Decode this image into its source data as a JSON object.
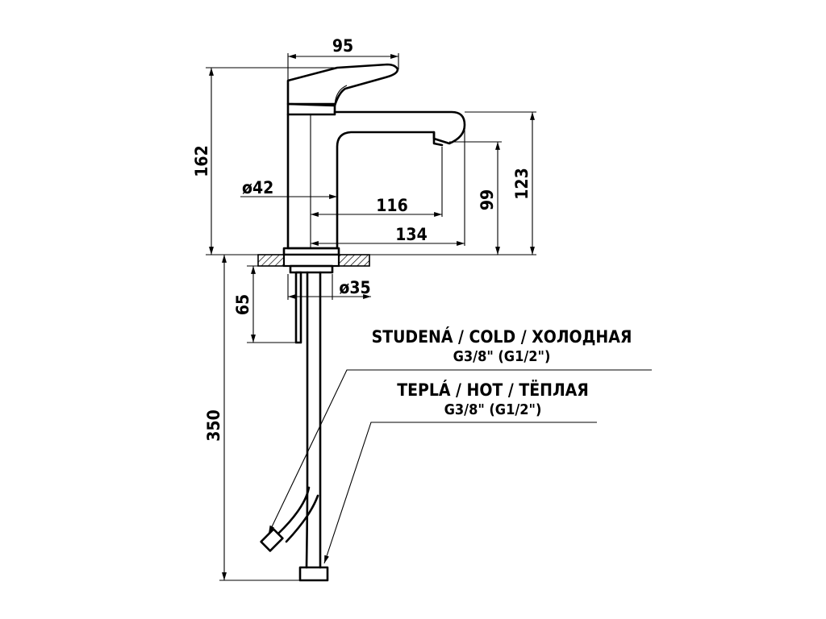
{
  "dimensions": {
    "handle_width": "95",
    "total_height": "162",
    "spout_height": "123",
    "outlet_height": "99",
    "body_diameter": "ø42",
    "spout_reach_inner": "116",
    "spout_reach_outer": "134",
    "shank_diameter": "ø35",
    "shank_length": "65",
    "hose_length": "350"
  },
  "connections": {
    "cold": {
      "label": "STUDENÁ / COLD / ХОЛОДНАЯ",
      "thread": "G3/8\" (G1/2\")"
    },
    "hot": {
      "label": "TEPLÁ / HOT  / ТЁПЛАЯ",
      "thread": "G3/8\" (G1/2\")"
    }
  }
}
